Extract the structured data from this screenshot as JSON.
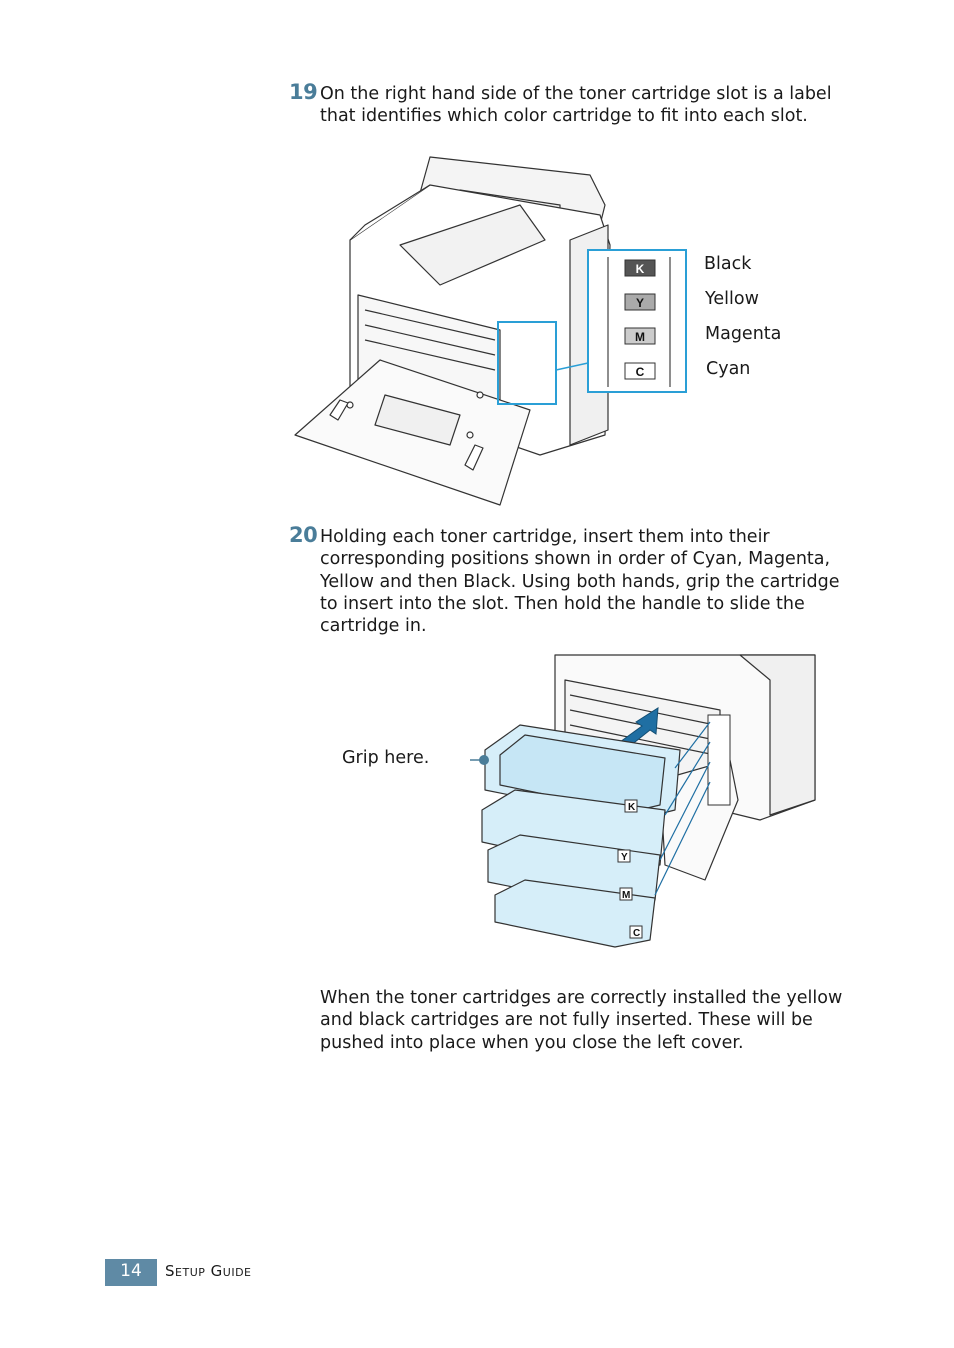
{
  "steps": [
    {
      "number": "19",
      "lines": [
        "On the right hand side of the toner cartridge slot is a label",
        "that identifies which color cartridge to fit into each slot."
      ]
    },
    {
      "number": "20",
      "lines": [
        "Holding each toner cartridge, insert them into their",
        "corresponding positions shown in order of Cyan, Magenta,",
        "Yellow and then Black. Using both hands, grip the cartridge",
        "to insert into the slot. Then hold the handle to slide the",
        "cartridge in."
      ]
    }
  ],
  "label_figure": {
    "slots": [
      {
        "code": "K",
        "name": "Black"
      },
      {
        "code": "Y",
        "name": "Yellow"
      },
      {
        "code": "M",
        "name": "Magenta"
      },
      {
        "code": "C",
        "name": "Cyan"
      }
    ]
  },
  "insert_figure": {
    "callout": "Grip here.",
    "cartridge_codes": [
      "K",
      "Y",
      "M",
      "C"
    ]
  },
  "note": {
    "lines": [
      "When the toner cartridges are correctly installed the yellow",
      "and black cartridges are not fully inserted. These will be",
      "pushed into place when you close the left cover."
    ]
  },
  "footer": {
    "page_number": "14",
    "title": "Setup Guide"
  },
  "colors": {
    "accent": "#4a7d99",
    "callout_blue": "#2a9fd6",
    "cartridge_fill": "#d6eef9",
    "arrow_blue": "#1f6fa3",
    "footer_box": "#5f8aa5"
  }
}
